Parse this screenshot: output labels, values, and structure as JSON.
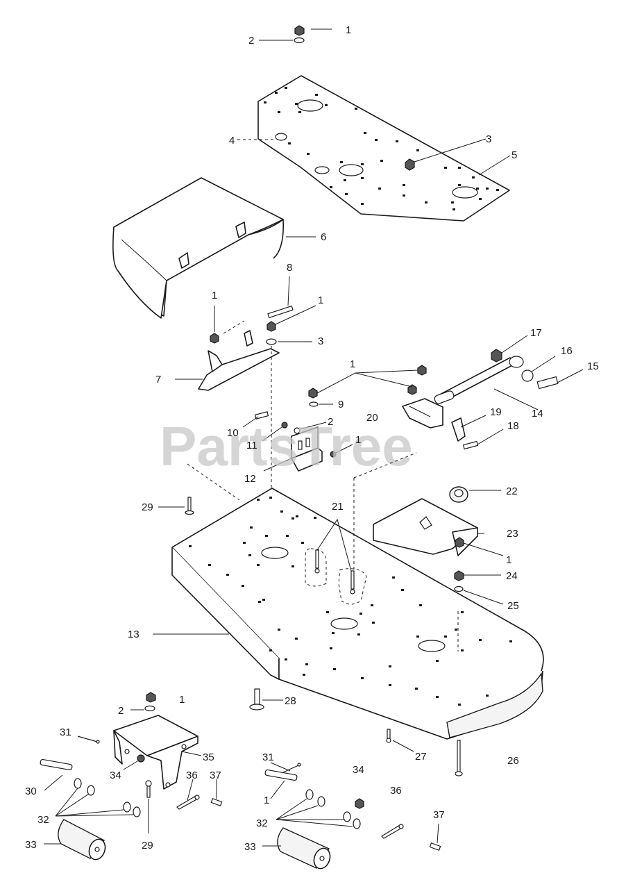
{
  "watermark": "PartsTree",
  "callouts": [
    {
      "id": "c1a",
      "label": "1"
    },
    {
      "id": "c2a",
      "label": "2"
    },
    {
      "id": "c4",
      "label": "4"
    },
    {
      "id": "c3a",
      "label": "3"
    },
    {
      "id": "c5",
      "label": "5"
    },
    {
      "id": "c6",
      "label": "6"
    },
    {
      "id": "c8",
      "label": "8"
    },
    {
      "id": "c1b",
      "label": "1"
    },
    {
      "id": "c1c",
      "label": "1"
    },
    {
      "id": "c3b",
      "label": "3"
    },
    {
      "id": "c7",
      "label": "7"
    },
    {
      "id": "c17",
      "label": "17"
    },
    {
      "id": "c16",
      "label": "16"
    },
    {
      "id": "c15",
      "label": "15"
    },
    {
      "id": "c1d",
      "label": "1"
    },
    {
      "id": "c9",
      "label": "9"
    },
    {
      "id": "c14",
      "label": "14"
    },
    {
      "id": "c19",
      "label": "19"
    },
    {
      "id": "c20",
      "label": "20"
    },
    {
      "id": "c2b",
      "label": "2"
    },
    {
      "id": "c10",
      "label": "10"
    },
    {
      "id": "c11",
      "label": "11"
    },
    {
      "id": "c1e",
      "label": "1"
    },
    {
      "id": "c18",
      "label": "18"
    },
    {
      "id": "c12",
      "label": "12"
    },
    {
      "id": "c22",
      "label": "22"
    },
    {
      "id": "c29a",
      "label": "29"
    },
    {
      "id": "c21",
      "label": "21"
    },
    {
      "id": "c23",
      "label": "23"
    },
    {
      "id": "c1f",
      "label": "1"
    },
    {
      "id": "c24",
      "label": "24"
    },
    {
      "id": "c25",
      "label": "25"
    },
    {
      "id": "c13",
      "label": "13"
    },
    {
      "id": "c1g",
      "label": "1"
    },
    {
      "id": "c2c",
      "label": "2"
    },
    {
      "id": "c28",
      "label": "28"
    },
    {
      "id": "c31a",
      "label": "31"
    },
    {
      "id": "c35",
      "label": "35"
    },
    {
      "id": "c34a",
      "label": "34"
    },
    {
      "id": "c27",
      "label": "27"
    },
    {
      "id": "c26",
      "label": "26"
    },
    {
      "id": "c31b",
      "label": "31"
    },
    {
      "id": "c34b",
      "label": "34"
    },
    {
      "id": "c30",
      "label": "30"
    },
    {
      "id": "c36a",
      "label": "36"
    },
    {
      "id": "c37a",
      "label": "37"
    },
    {
      "id": "c1h",
      "label": "1"
    },
    {
      "id": "c36b",
      "label": "36"
    },
    {
      "id": "c32a",
      "label": "32"
    },
    {
      "id": "c37b",
      "label": "37"
    },
    {
      "id": "c32b",
      "label": "32"
    },
    {
      "id": "c33a",
      "label": "33"
    },
    {
      "id": "c29b",
      "label": "29"
    },
    {
      "id": "c33b",
      "label": "33"
    }
  ]
}
